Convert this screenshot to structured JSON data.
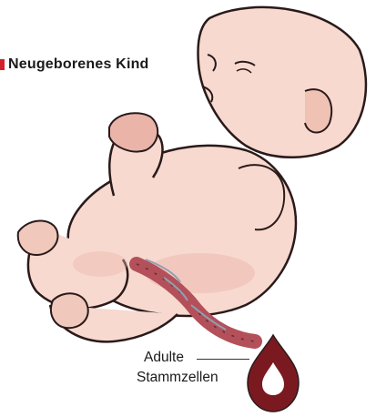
{
  "labels": {
    "newborn": "Neugeborenes Kind",
    "adult_line1": "Adulte",
    "adult_line2": "Stammzellen"
  },
  "colors": {
    "skin": "#f7d9cf",
    "skin_shadow": "#eab4a8",
    "outline": "#2a1a1a",
    "cord": "#b4505a",
    "cord_stripe": "#8fa0b0",
    "blood_drop": "#7a1a20",
    "bullet": "#d4202a"
  },
  "icons": {
    "newborn": "newborn-baby-illustration",
    "drop": "blood-drop-icon"
  }
}
